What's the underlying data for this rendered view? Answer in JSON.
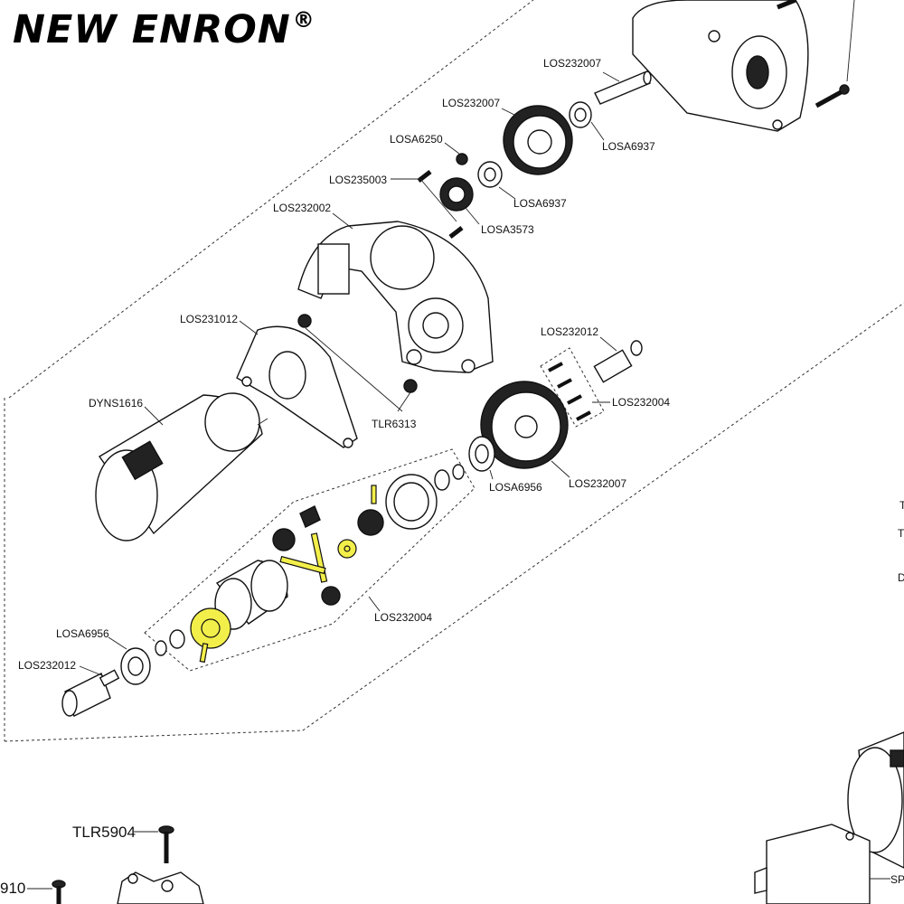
{
  "brand": {
    "name": "NEW ENRON",
    "mark": "®"
  },
  "labels": {
    "los232007_top": "LOS232007",
    "los232007_gear": "LOS232007",
    "losa6937_a": "LOSA6937",
    "losa6250": "LOSA6250",
    "los235003": "LOS235003",
    "losa6937_b": "LOSA6937",
    "losa3573": "LOSA3573",
    "los232002": "LOS232002",
    "los231012": "LOS231012",
    "dyns1616": "DYNS1616",
    "tlr6313": "TLR6313",
    "los232012_right": "LOS232012",
    "los232004_right": "LOS232004",
    "los232007_spur": "LOS232007",
    "losa6956_right": "LOSA6956",
    "los232004_diff": "LOS232004",
    "losa6956_left": "LOSA6956",
    "los232012_left": "LOS232012",
    "tlr5904": "TLR5904",
    "part_910": "910",
    "spm_partial": "SPM",
    "right_edge_t1": "T",
    "right_edge_t2": "T",
    "right_edge_d": "D"
  },
  "colors": {
    "highlight": "#f3ef4a",
    "line": "#111111",
    "background": "#ffffff"
  }
}
